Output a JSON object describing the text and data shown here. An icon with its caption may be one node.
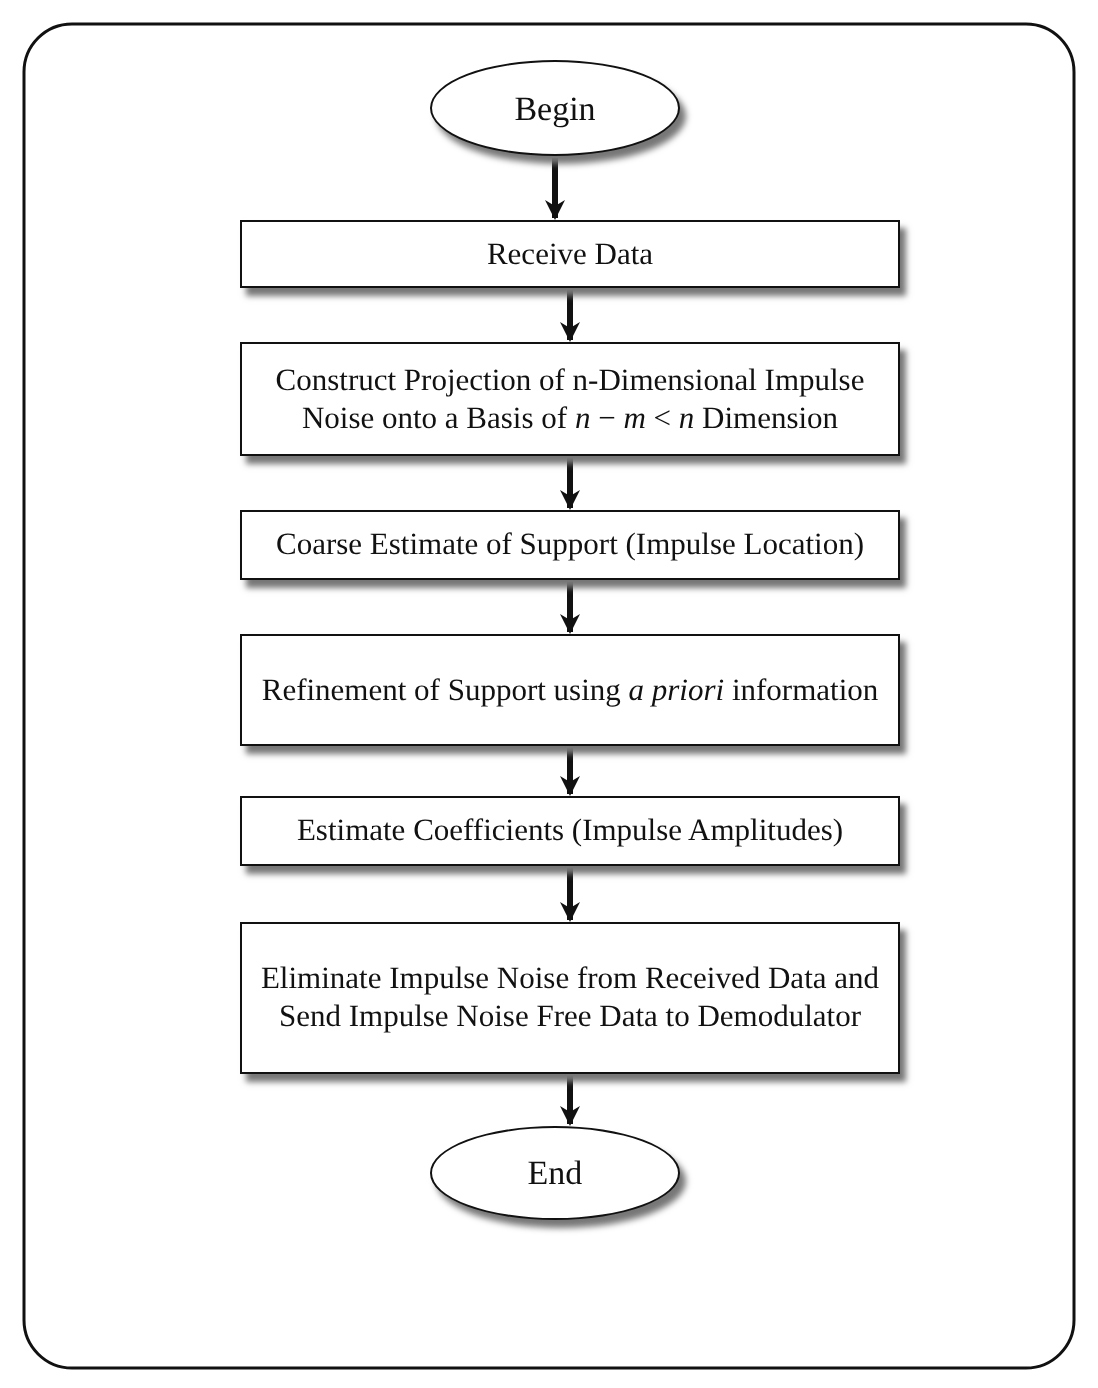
{
  "diagram": {
    "nodes": [
      {
        "text": [
          "Begin"
        ]
      },
      {
        "text": [
          "Receive Data"
        ]
      },
      {
        "text": [
          "Construct Projection of n-Dimensional Impulse Noise onto a Basis of *n* − *m* < *n* Dimension"
        ]
      },
      {
        "text": [
          "Coarse Estimate of Support (Impulse Location)"
        ]
      },
      {
        "text": [
          "Refinement of Support using *a priori* information"
        ]
      },
      {
        "text": [
          "Estimate Coefficients (Impulse Amplitudes)"
        ]
      },
      {
        "text": [
          "Eliminate Impulse Noise from Received Data and Send Impulse Noise Free Data to Demodulator"
        ]
      },
      {
        "text": [
          "End"
        ]
      }
    ],
    "edges": [
      {
        "from": 0,
        "to": 1,
        "arrow": "to"
      },
      {
        "from": 1,
        "to": 2,
        "arrow": "to"
      },
      {
        "from": 2,
        "to": 3,
        "arrow": "to"
      },
      {
        "from": 3,
        "to": 4,
        "arrow": "to"
      },
      {
        "from": 4,
        "to": 5,
        "arrow": "to"
      },
      {
        "from": 5,
        "to": 6,
        "arrow": "to"
      },
      {
        "from": 6,
        "to": 7,
        "arrow": "to"
      }
    ]
  }
}
